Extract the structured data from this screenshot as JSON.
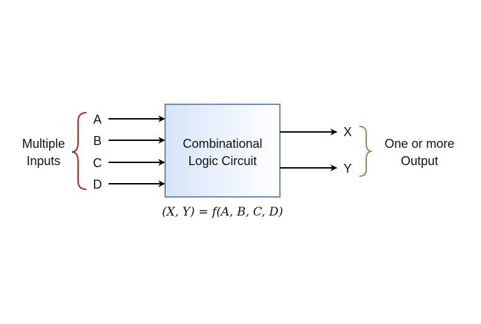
{
  "left_group": {
    "label_line1": "Multiple",
    "label_line2": "Inputs",
    "bracket_color": "#b3261e"
  },
  "inputs": [
    "A",
    "B",
    "C",
    "D"
  ],
  "block": {
    "line1": "Combinational",
    "line2": "Logic Circuit",
    "border_color": "#6c8ebf",
    "fill_start": "#d6e4f7",
    "fill_end": "#ffffff"
  },
  "outputs": [
    "X",
    "Y"
  ],
  "right_group": {
    "label_line1": "One or more",
    "label_line2": "Output",
    "bracket_color": "#6aa84f"
  },
  "formula": "(X, Y) = f(A, B, C, D)",
  "arrow_color": "#000000"
}
